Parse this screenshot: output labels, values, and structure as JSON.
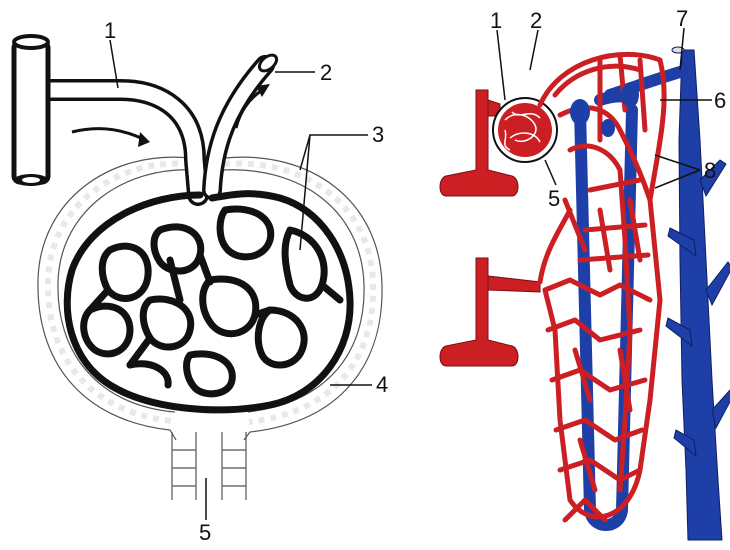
{
  "colors": {
    "artery": "#cc1f24",
    "vein": "#1f3fa8",
    "outline": "#111111",
    "capsule": "#555555"
  },
  "left_panel": {
    "labels": [
      "1",
      "2",
      "3",
      "4",
      "5"
    ]
  },
  "right_panel": {
    "labels": [
      "1",
      "2",
      "5",
      "6",
      "7",
      "8"
    ]
  }
}
